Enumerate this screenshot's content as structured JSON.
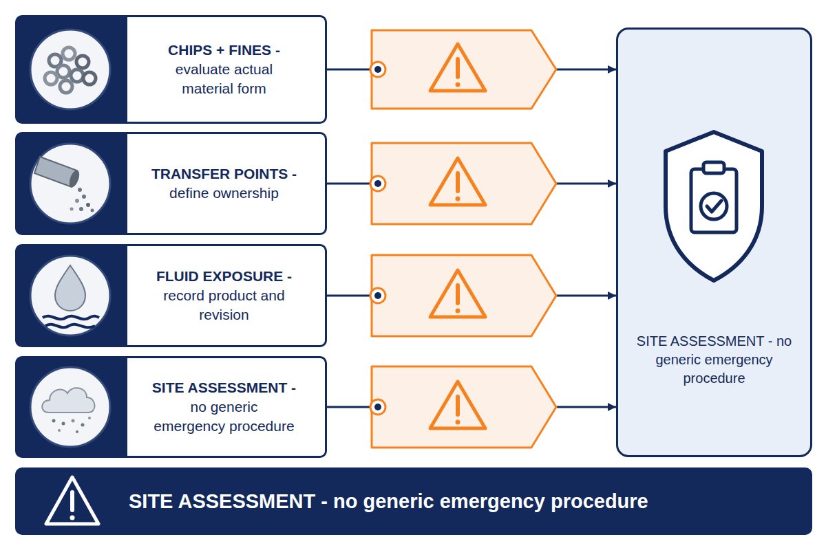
{
  "diagram": {
    "nodes": [
      {
        "text": [
          "CHIPS + FINES -",
          "evaluate actual material form"
        ]
      },
      {
        "text": [
          "TRANSFER POINTS -",
          "define ownership"
        ]
      },
      {
        "text": [
          "FLUID EXPOSURE -",
          "record product and revision"
        ]
      },
      {
        "text": [
          "SITE ASSESSMENT -",
          "no generic emergency procedure"
        ]
      },
      {
        "text": [
          "SITE ASSESSMENT - no generic emergency procedure"
        ]
      },
      {
        "text": [
          "SITE ASSESSMENT - no generic emergency procedure"
        ]
      }
    ],
    "edges": [
      {
        "from": 0,
        "to": 4,
        "arrow": "to"
      },
      {
        "from": 1,
        "to": 4,
        "arrow": "to"
      },
      {
        "from": 2,
        "to": 4,
        "arrow": "to"
      },
      {
        "from": 3,
        "to": 4,
        "arrow": "to"
      }
    ]
  }
}
